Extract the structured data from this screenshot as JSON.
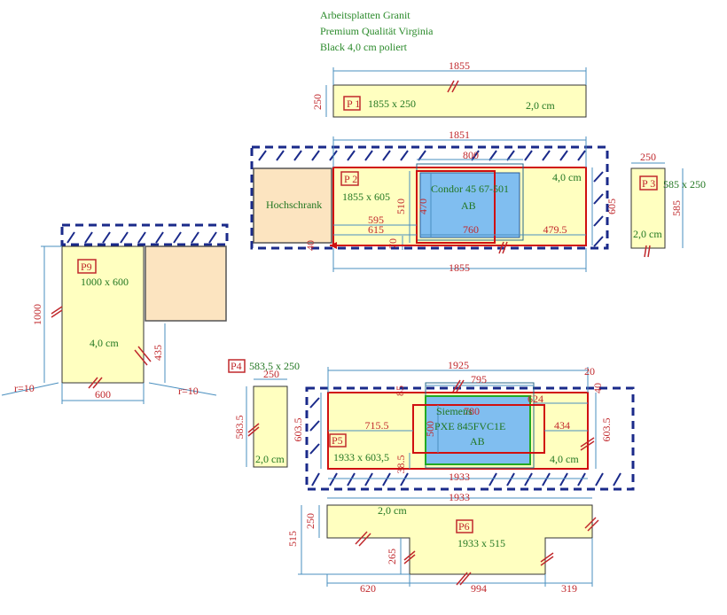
{
  "header": {
    "line1": "Arbeitsplatten Granit",
    "line2": "Premium Qualität Virginia",
    "line3": "Black 4,0 cm poliert"
  },
  "colors": {
    "slab": "#ffffc0",
    "cabinet": "#fce4c0",
    "sink": "#80bef0",
    "dimension": "#c0282c",
    "dimline": "#4a8fbf",
    "wall": "#1a2a8a",
    "label": "#227722"
  },
  "p1": {
    "tag": "P 1",
    "size": "1855 x 250",
    "thickness": "2,0 cm",
    "width": "1855",
    "depth": "250"
  },
  "p2": {
    "tag": "P 2",
    "size": "1855 x 605",
    "thickness": "4,0 cm",
    "top_width": "1851",
    "bottom_width": "1855",
    "depth": "605",
    "sink_name": "Condor 45  67-501",
    "sink_ab": "AB",
    "tall_cabinet": "Hochschrank",
    "d_800": "800",
    "d_510": "510",
    "d_470": "470",
    "d_595": "595",
    "d_615": "615",
    "d_760": "760",
    "d_4795": "479.5",
    "d_70": "70",
    "d_40": "40"
  },
  "p3": {
    "tag": "P 3",
    "size": "585 x 250",
    "thickness": "2,0 cm",
    "width": "250",
    "depth": "585"
  },
  "p9": {
    "tag": "P9",
    "size": "1000 x 600",
    "thickness": "4,0 cm",
    "length": "1000",
    "width": "600",
    "d_435": "435",
    "radius_left": "r=10",
    "radius_right": "r=10"
  },
  "p4": {
    "tag": "P4",
    "size": "583,5 x 250",
    "thickness": "2,0 cm",
    "width": "250",
    "depth": "583.5"
  },
  "p5": {
    "tag": "P5",
    "size": "1933 x 603,5",
    "thickness": "4,0 cm",
    "top_width": "1925",
    "bottom_width": "1933",
    "d_20": "20",
    "d_40": "40",
    "d_795": "795",
    "d_85": "85",
    "d_624": "624",
    "d_7155": "715.5",
    "d_434": "434",
    "d_500": "500",
    "d_385": "38.5",
    "d_6035_left": "603.5",
    "d_6035_right": "603.5",
    "hob_name": "Siemens",
    "hob_width": "780",
    "hob_model": "PXE 845FVC1E",
    "hob_ab": "AB"
  },
  "p6": {
    "tag": "P6",
    "size": "1933 x 515",
    "thickness": "2,0 cm",
    "width": "1933",
    "depth": "515",
    "d_250": "250",
    "d_265": "265",
    "d_620": "620",
    "d_994": "994",
    "d_319": "319"
  }
}
